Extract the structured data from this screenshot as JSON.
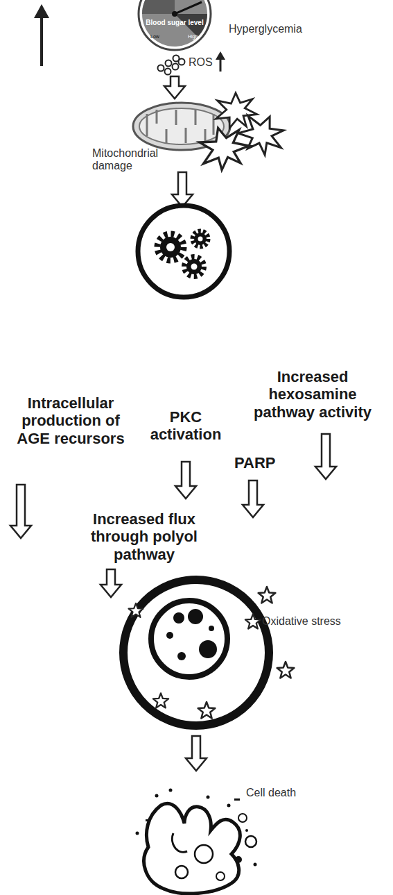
{
  "diagram": {
    "nodes": [
      {
        "text": [
          "Blood sugar level",
          "Low",
          "High"
        ]
      }
    ],
    "labels": [
      "Hyperglycemia",
      "ROS",
      "Mitochondrial damage",
      "Intracellular production of AGE recursors",
      "PKC activation",
      "Increased hexosamine pathway activity",
      "PARP",
      "Increased flux through polyol pathway",
      "Oxidative stress",
      "Cell death"
    ]
  }
}
